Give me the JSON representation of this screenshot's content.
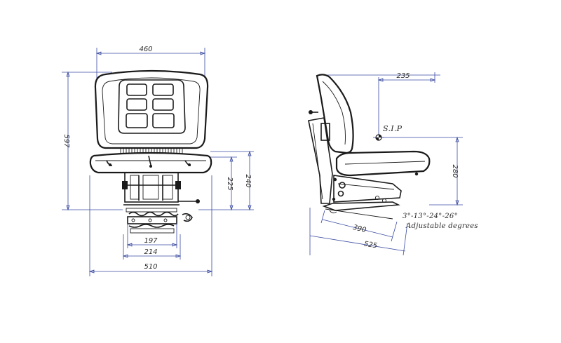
{
  "front_view": {
    "width_top": "460",
    "height_total": "597",
    "height_base": "225",
    "height_cushion": "240",
    "base_inner": "197",
    "base_outer": "214",
    "width_overall": "510"
  },
  "side_view": {
    "sip_offset": "235",
    "sip_label": "S.I.P",
    "sip_height": "280",
    "slide_length": "390",
    "depth_total": "525",
    "adjust_angles": "3°-13°-24°-26°",
    "adjust_label": "Adjustable degrees"
  }
}
